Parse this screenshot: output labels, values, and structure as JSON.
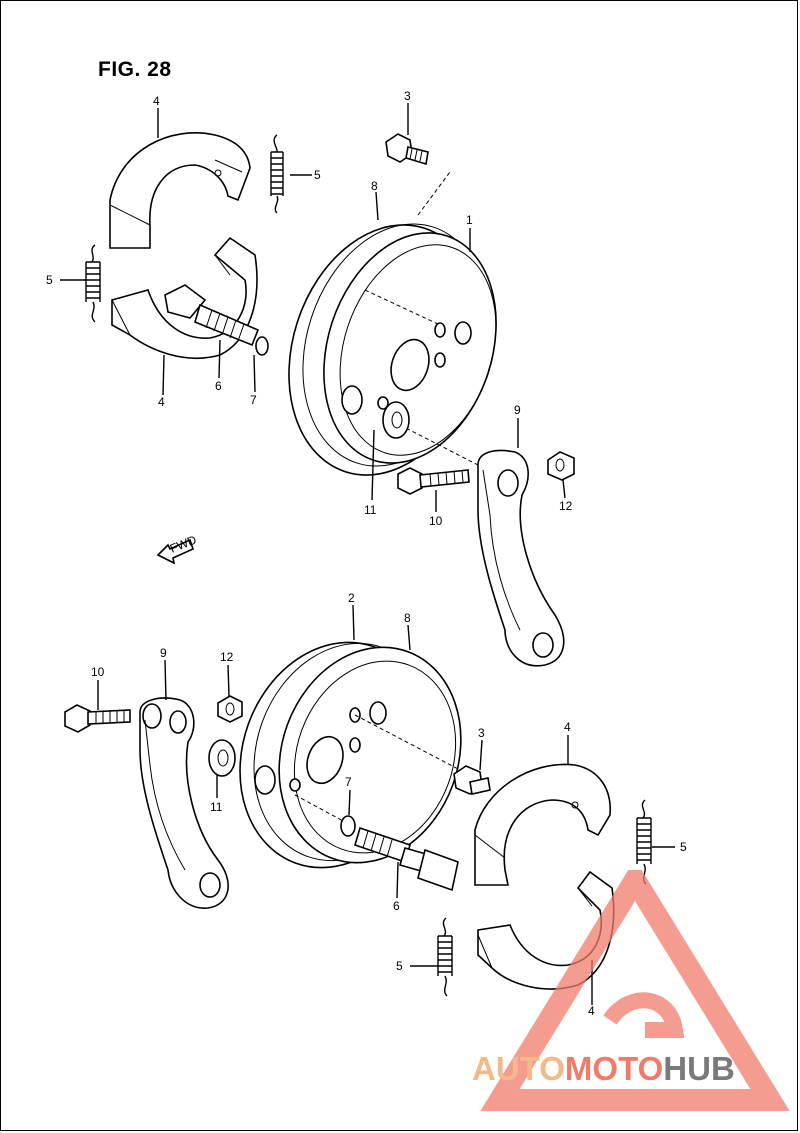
{
  "figure": {
    "title": "FIG. 28"
  },
  "callouts": {
    "c1": "1",
    "c2": "2",
    "c3a": "3",
    "c3b": "3",
    "c4a": "4",
    "c4b": "4",
    "c4c": "4",
    "c4d": "4",
    "c5a": "5",
    "c5b": "5",
    "c5c": "5",
    "c5d": "5",
    "c6a": "6",
    "c6b": "6",
    "c7a": "7",
    "c7b": "7",
    "c8a": "8",
    "c8b": "8",
    "c9a": "9",
    "c9b": "9",
    "c10a": "10",
    "c10b": "10",
    "c11a": "11",
    "c11b": "11",
    "c12a": "12",
    "c12b": "12"
  },
  "fwd_arrow": {
    "label": "FWD",
    "icon": "forward-arrow-icon"
  },
  "watermark": {
    "auto": "AUTO",
    "moto": "MOTO",
    "hub": "HUB",
    "colors": {
      "auto": "#f3b98a",
      "moto": "#f07b6b",
      "hub": "#7a7a7a",
      "logo": "#f07b6b"
    }
  }
}
